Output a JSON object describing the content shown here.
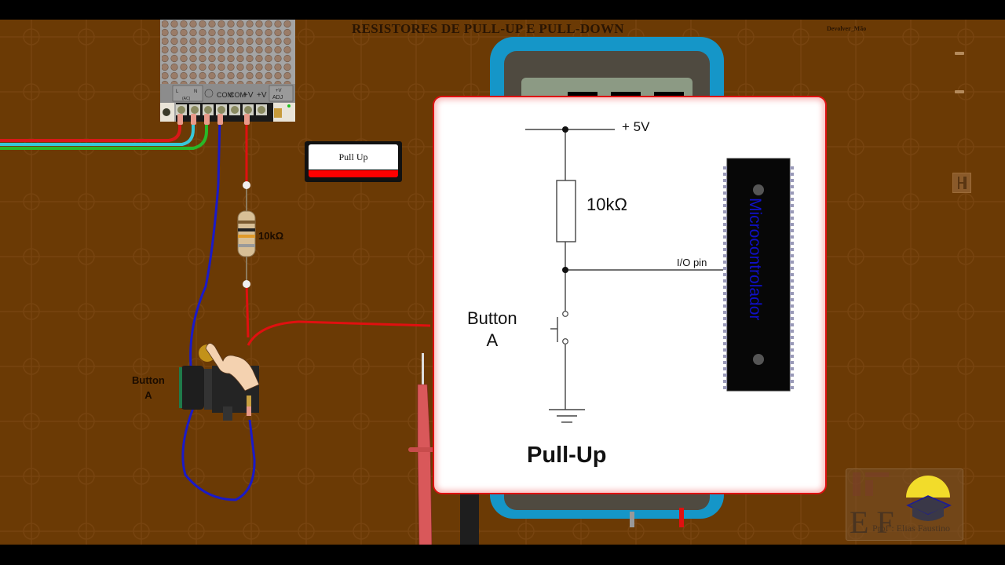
{
  "header": {
    "title": "RESISTORES DE PULL-UP E PULL-DOWN",
    "return_hand_label": "Devolver_Mão"
  },
  "breadboard": {
    "power_supply": {
      "terminal_labels": [
        "L",
        "N",
        "(AC)",
        "⏚",
        "COM",
        "COM",
        "+V",
        "+V",
        "+V ADJ"
      ]
    },
    "mode_button": {
      "label": "Pull Up",
      "indicator_color": "#ff0000"
    },
    "resistor_label": "10kΩ",
    "push_button_label_line1": "Button",
    "push_button_label_line2": "A"
  },
  "schematic": {
    "supply_label": "+ 5V",
    "resistor_label": "10kΩ",
    "io_label": "I/O pin",
    "button_label_line1": "Button",
    "button_label_line2": "A",
    "chip_label": "Microcontrolador",
    "caption": "Pull-Up"
  },
  "logo": {
    "initials": "E F",
    "author": "Profº: Elias Faustino"
  },
  "colors": {
    "background": "#6b3a05",
    "panel_border": "#dd1111",
    "wire_red": "#e01010",
    "wire_blue": "#1a1ac8",
    "wire_cyan": "#35c8d8",
    "wire_green": "#2ec02e",
    "meter_blue": "#1596c8"
  }
}
